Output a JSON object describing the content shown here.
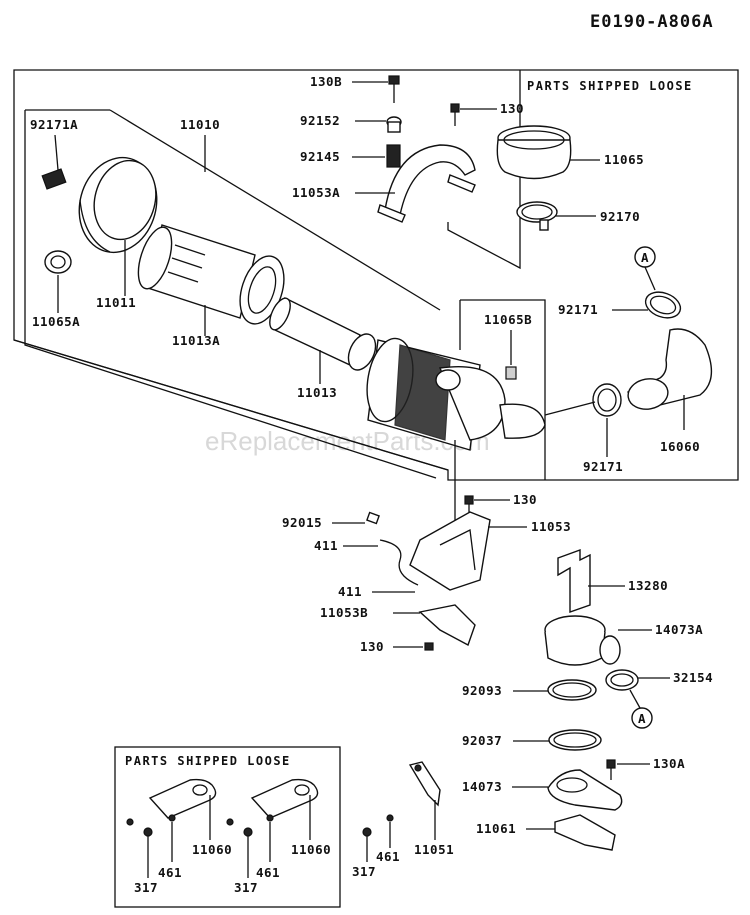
{
  "document_id": "E0190-A806A",
  "watermark": "eReplacementParts.com",
  "headers": {
    "top_box": "PARTS SHIPPED LOOSE",
    "bottom_box": "PARTS SHIPPED LOOSE"
  },
  "callouts": {
    "c130B": "130B",
    "c92152": "92152",
    "c92145": "92145",
    "c11053A": "11053A",
    "c130_top": "130",
    "c11065": "11065",
    "c92170": "92170",
    "c92171A": "92171A",
    "c11010": "11010",
    "c11011": "11011",
    "c11065A": "11065A",
    "c11013A": "11013A",
    "c11013": "11013",
    "c11065B": "11065B",
    "c92171_a": "92171",
    "c92171_b": "92171",
    "c16060": "16060",
    "refA_top": "A",
    "refA_bottom": "A",
    "c130_mid": "130",
    "c92015": "92015",
    "c411_a": "411",
    "c11053": "11053",
    "c411_b": "411",
    "c11053B": "11053B",
    "c130_low": "130",
    "c13280": "13280",
    "c14073A": "14073A",
    "c32154": "32154",
    "c92093": "92093",
    "c92037": "92037",
    "c130A": "130A",
    "c14073": "14073",
    "c11061": "11061",
    "c11060_a": "11060",
    "c11060_b": "11060",
    "c461_a": "461",
    "c461_b": "461",
    "c461_c": "461",
    "c317_a": "317",
    "c317_b": "317",
    "c317_c": "317",
    "c11051": "11051"
  }
}
